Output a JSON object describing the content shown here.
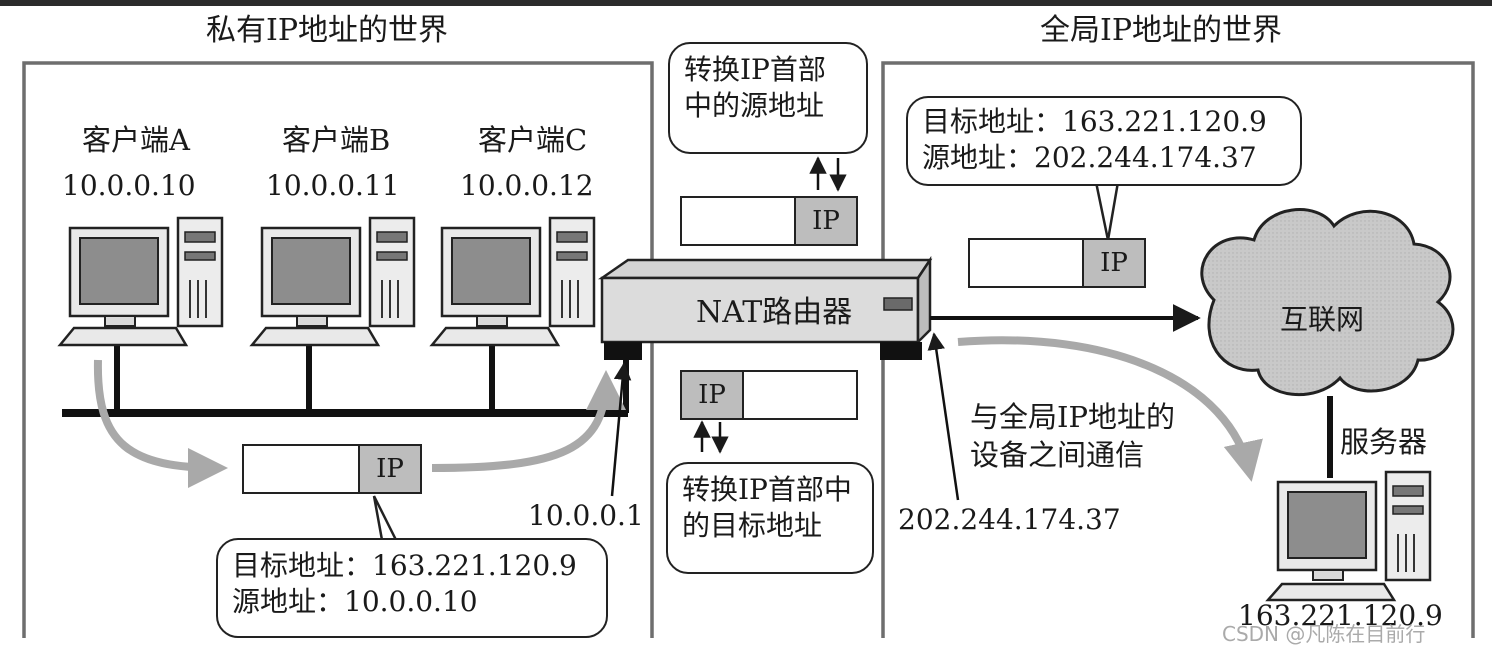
{
  "regions": {
    "private_title": "私有IP地址的世界",
    "global_title": "全局IP地址的世界"
  },
  "clients": [
    {
      "name": "客户端A",
      "ip": "10.0.0.10"
    },
    {
      "name": "客户端B",
      "ip": "10.0.0.11"
    },
    {
      "name": "客户端C",
      "ip": "10.0.0.12"
    }
  ],
  "router": {
    "label": "NAT路由器",
    "inner_ip": "10.0.0.1",
    "outer_ip": "202.244.174.37"
  },
  "packets": {
    "header_label": "IP"
  },
  "bubbles": {
    "translate_source": [
      "转换IP首部",
      "中的源地址"
    ],
    "translate_dest": [
      "转换IP首部中",
      "的目标地址"
    ],
    "private_packet": [
      "目标地址：163.221.120.9",
      "源地址：10.0.0.10"
    ],
    "global_packet": [
      "目标地址：163.221.120.9",
      "源地址：202.244.174.37"
    ]
  },
  "internet_label": "互联网",
  "server": {
    "label": "服务器",
    "ip": "163.221.120.9"
  },
  "annotation": [
    "与全局IP地址的",
    "设备之间通信"
  ],
  "watermark": "CSDN @凡陈在目前行"
}
